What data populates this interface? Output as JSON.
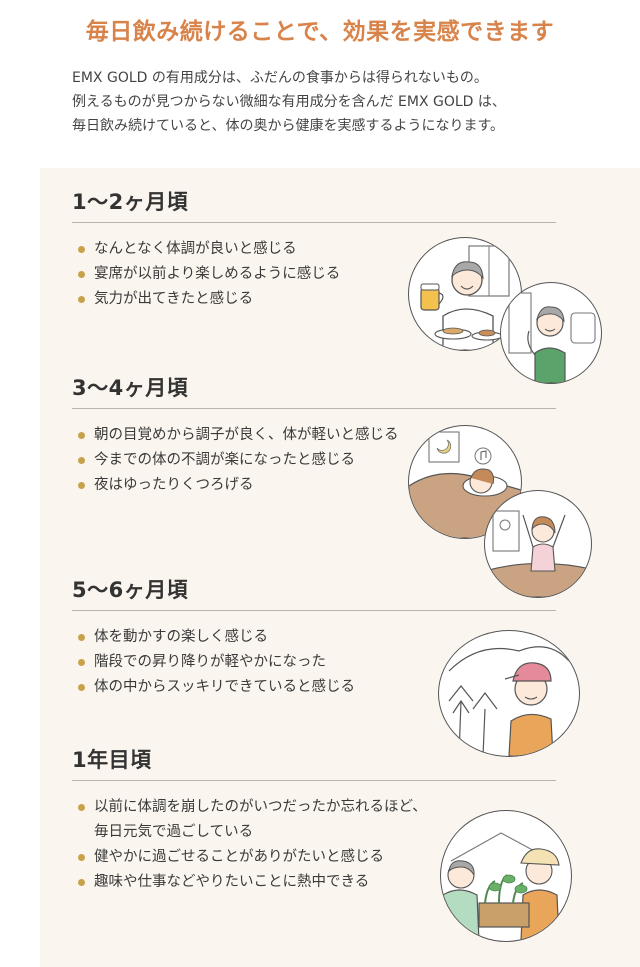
{
  "headline": "毎日飲み続けることで、効果を実感できます",
  "intro": [
    "EMX GOLD の有用成分は、ふだんの食事からは得られないもの。",
    "例えるものが見つからない微細な有用成分を含んだ EMX GOLD は、",
    "毎日飲み続けていると、体の奥から健康を実感するようになります。"
  ],
  "sections": [
    {
      "title": "1〜2ヶ月頃",
      "items": [
        "なんとなく体調が良いと感じる",
        "宴席が以前より楽しめるように感じる",
        "気力が出てきたと感じる"
      ]
    },
    {
      "title": "3〜4ヶ月頃",
      "items": [
        "朝の目覚めから調子が良く、体が軽いと感じる",
        "今までの体の不調が楽になったと感じる",
        "夜はゆったりくつろげる"
      ]
    },
    {
      "title": "5〜6ヶ月頃",
      "items": [
        "体を動かすの楽しく感じる",
        "階段での昇り降りが軽やかになった",
        "体の中からスッキリできていると感じる"
      ]
    },
    {
      "title": "1年目頃",
      "items": [
        "以前に体調を崩したのがいつだったか忘れるほど、",
        "毎日元気で過ごしている",
        "健やかに過ごせることがありがたいと感じる",
        "趣味や仕事などやりたいことに熱中できる"
      ]
    }
  ],
  "colors": {
    "headline": "#d8834a",
    "panel": "#faf6ef",
    "bullet": "#c8a24a",
    "shirt_green": "#5aa36a",
    "cap_pink": "#e58a9a",
    "vest_orange": "#e9a55a",
    "bed_tan": "#c9a382"
  },
  "illustrations": [
    "toasting-man-icon",
    "stretching-man-icon",
    "sleeping-woman-icon",
    "waking-woman-icon",
    "hiking-woman-icon",
    "gardening-couple-icon"
  ]
}
